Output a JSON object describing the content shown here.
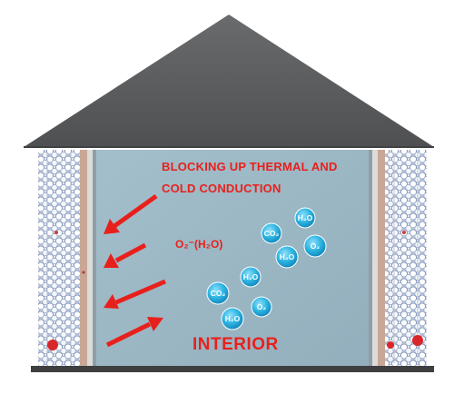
{
  "labels": {
    "heading_line1": "BLOCKING UP THERMAL AND",
    "heading_line2": "COLD CONDUCTION",
    "ion": "O₂⁻(H₂O)",
    "interior": "INTERIOR"
  },
  "molecules": [
    "H₂O",
    "CO₂",
    "H₂O",
    "O₂",
    "H₂O",
    "CO₂",
    "O₂",
    "H₂O"
  ],
  "colors": {
    "roof": "#5f6062",
    "interior": "#9bb7c4",
    "accent": "#e8201c",
    "molecule": "#2fb6e3"
  }
}
